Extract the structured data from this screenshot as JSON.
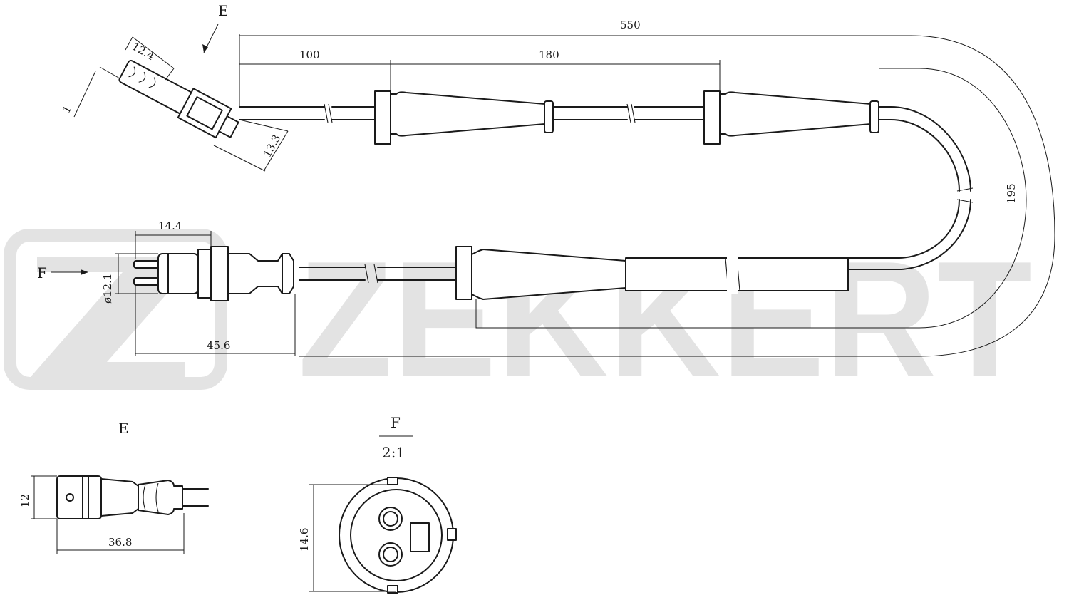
{
  "brand": {
    "watermark": "ZEKKERT",
    "color": "#e3e3e3"
  },
  "views": {
    "e_arrow_label": "E",
    "f_arrow_label": "F",
    "detail_e_title": "E",
    "detail_f_title": "F",
    "detail_f_scale": "2:1"
  },
  "dimensions": {
    "total_length": "550",
    "first_segment": "100",
    "second_segment": "180",
    "bend_length": "195",
    "sensor_width": "12.4",
    "sensor_offset": "1",
    "sensor_height": "13.3",
    "connector_width": "14.4",
    "connector_diameter": "ø12.1",
    "connector_length": "45.6",
    "detail_e_height": "12",
    "detail_e_length": "36.8",
    "detail_f_height": "14.6"
  }
}
